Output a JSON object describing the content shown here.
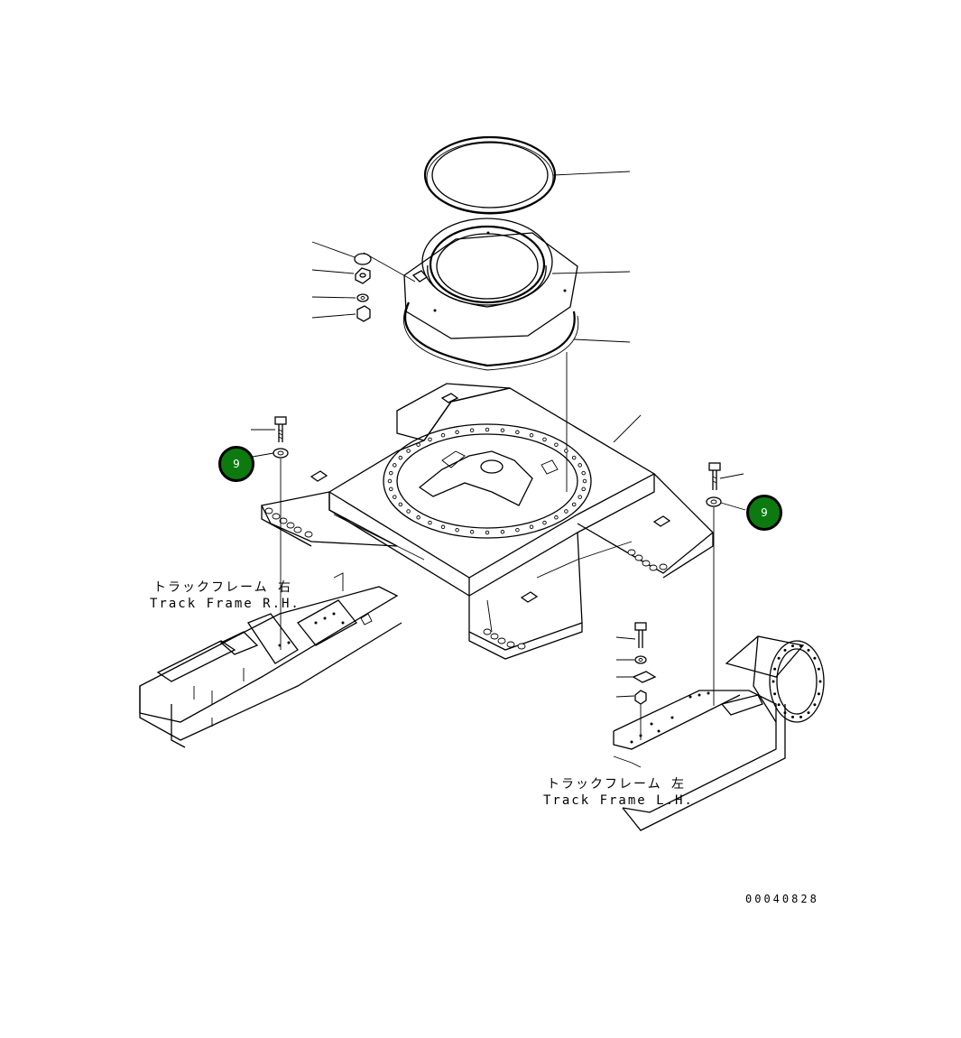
{
  "labels": {
    "track_frame_rh_jp": "トラックフレーム 右",
    "track_frame_rh_en": "Track Frame R.H.",
    "track_frame_lh_jp": "トラックフレーム 左",
    "track_frame_lh_en": "Track Frame L.H.",
    "drawing_number": "00040828"
  },
  "callouts": [
    {
      "number": "9",
      "color": "#0d7a10"
    },
    {
      "number": "9",
      "color": "#0d7a10"
    }
  ]
}
